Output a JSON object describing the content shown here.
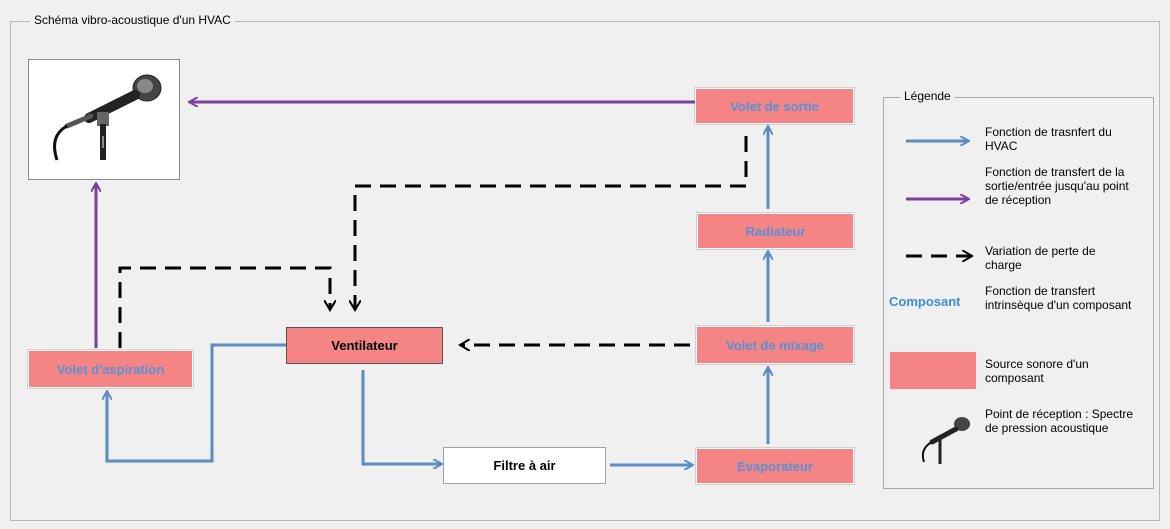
{
  "frame_title": "Schéma vibro-acoustique d'un HVAC",
  "nodes": {
    "volet_sortie": "Volet de sortie",
    "radiateur": "Radiateur",
    "volet_mixage": "Volet de mixage",
    "evaporateur": "Evaporateur",
    "filtre": "Filtre à air",
    "ventilateur": "Ventilateur",
    "volet_aspiration": "Volet d'aspiration"
  },
  "legend": {
    "title": "Légende",
    "items": [
      {
        "kind": "blue-arrow",
        "text": "Fonction de trasnfert du HVAC"
      },
      {
        "kind": "purple-arrow",
        "text": "Fonction de transfert de la sortie/entrée jusqu'au point de réception"
      },
      {
        "kind": "dashed-arrow",
        "text": "Variation de perte de charge"
      },
      {
        "kind": "composant-label",
        "label": "Composant",
        "text": "Fonction de transfert intrinsèque d'un composant"
      },
      {
        "kind": "pink-swatch",
        "text": "Source sonore d'un composant"
      },
      {
        "kind": "microphone-icon",
        "text": "Point de réception : Spectre de pression acoustique"
      }
    ]
  },
  "colors": {
    "blue_arrow": "#5b8cc6",
    "purple_arrow": "#7a3fa0",
    "dashed_arrow": "#000000",
    "component_fill": "#f58585",
    "component_text": "#5b8fd6"
  }
}
